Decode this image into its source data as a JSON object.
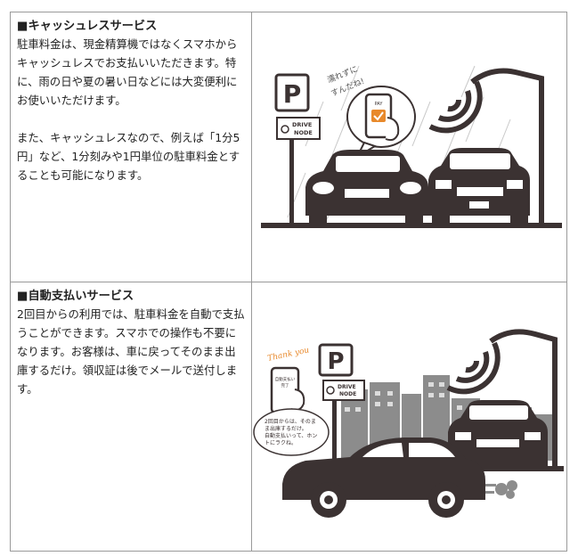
{
  "sections": [
    {
      "heading": "■キャッシュレスサービス",
      "paragraphs": [
        "駐車料金は、現金精算機ではなくスマホからキャッシュレスでお支払いいただきます。特に、雨の日や夏の暑い日などには大変便利にお使いいただけます。",
        "また、キャッシュレスなので、例えば「1分5円」など、1分刻みや1円単位の駐車料金とすることも可能になります。"
      ],
      "illustration": {
        "parking_sign": "P",
        "drive_node_label": "DRIVE NODE",
        "bubble_text": "濡れずにすんだね!",
        "phone_label": "PAY"
      }
    },
    {
      "heading": "■自動支払いサービス",
      "paragraphs": [
        "2回目からの利用では、駐車料金を自動で支払うことができます。スマホでの操作も不要になります。お客様は、車に戻ってそのまま出庫するだけ。領収証は後でメールで送付します。"
      ],
      "illustration": {
        "parking_sign": "P",
        "drive_node_label": "DRIVE NODE",
        "thank_you": "Thank you",
        "phone_text": "自動支払い完了",
        "bubble_text": "2回目からは、そのまま出庫するだけ。自動支払いって、ホントにラクね。"
      }
    }
  ],
  "colors": {
    "dark": "#3b3232",
    "accent": "#e8892b",
    "border": "#9a9a9a"
  }
}
